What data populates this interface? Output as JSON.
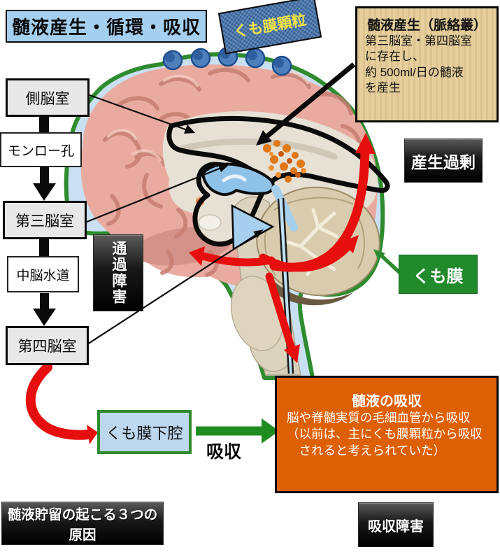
{
  "title": "髄液産生・循環・吸収",
  "granulation_label": "くも膜顆粒",
  "production_box": {
    "header": "髄液産生（脈絡叢）",
    "lines": [
      "第三脳室・第四脳室",
      "に存在し、",
      "約 500ml/日の髄液",
      "を産生"
    ]
  },
  "flow_steps": [
    {
      "label": "側脳室"
    },
    {
      "label": "モンロー孔"
    },
    {
      "label": "第三脳室"
    },
    {
      "label": "中脳水道"
    },
    {
      "label": "第四脳室"
    }
  ],
  "passage_obstruction": "通過障害",
  "overproduction": "産生過剰",
  "arachnoid_membrane": "くも膜",
  "subarachnoid_space": "くも膜下腔",
  "absorption_arrow_label": "吸収",
  "absorption_box": {
    "header": "髄液の吸収",
    "lines": [
      "脳や脊髄実質の毛細血管から吸収",
      "（以前は、主にくも膜顆粒から吸収",
      "　されると考えられていた）"
    ]
  },
  "causes_box": "髄液貯留の起こる３つの原因",
  "absorption_failure": "吸収障害",
  "colors": {
    "title_bg": "#A5CFEE",
    "csf_blue": "#C9E0F2",
    "membrane_green": "#2E8B2E",
    "label_green": "#218A2B",
    "subarachnoid_bg": "#BDD7EE",
    "absorption_orange": "#DE6005",
    "flow_red": "#E60E0E",
    "tag_black": "#0A0A0A",
    "parchment_bg": "#E6CF9C",
    "denim_bg": "#4B79AE",
    "granulation_text": "#F2E545",
    "brain_pink": "#E9ABA0",
    "cerebellum_tan": "#D9CCAE"
  }
}
